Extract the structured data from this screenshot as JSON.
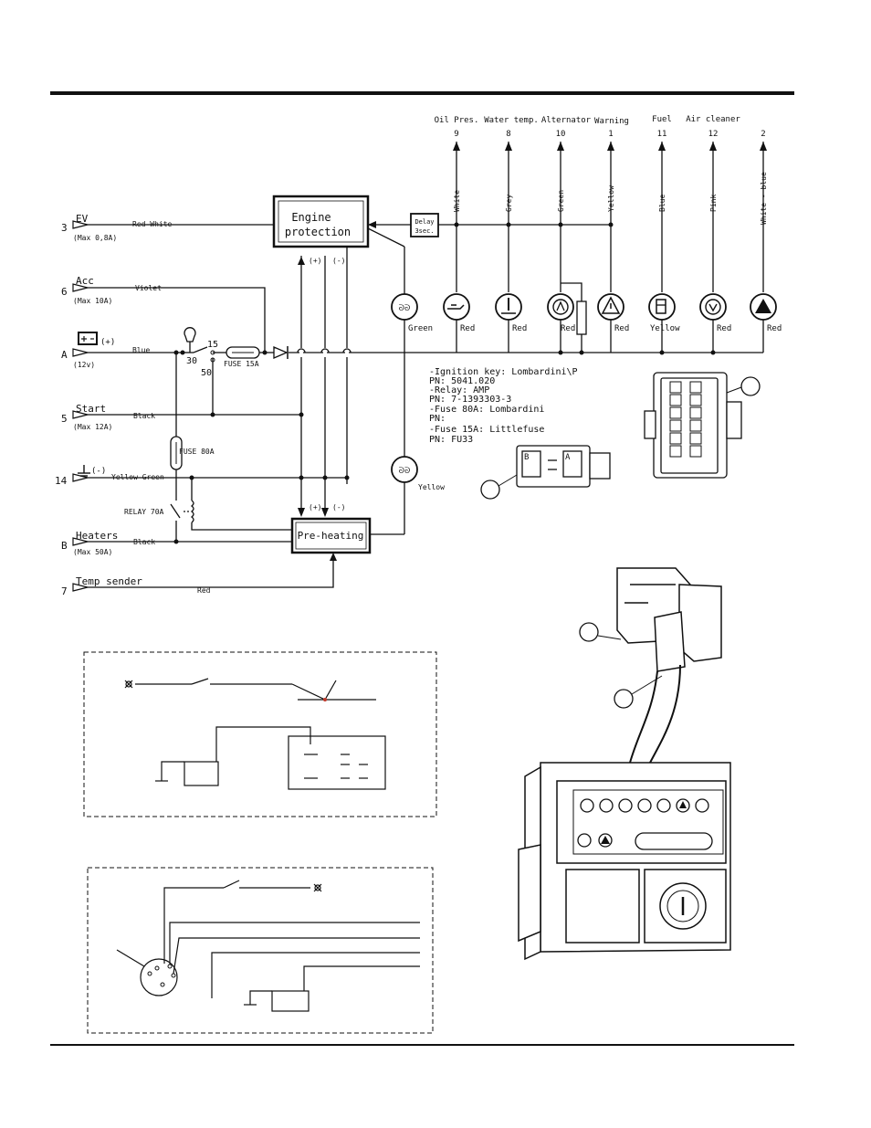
{
  "top_labels": [
    {
      "label": "Oil Pres.",
      "num": "9",
      "wire": "White"
    },
    {
      "label": "Water temp.",
      "num": "8",
      "wire": "Grey"
    },
    {
      "label": "Alternator",
      "num": "10",
      "wire": "Green"
    },
    {
      "label": "Warning",
      "num": "1",
      "wire": "Yellow"
    },
    {
      "label": "Fuel",
      "num": "11",
      "wire": "Blue"
    },
    {
      "label": "Air cleaner",
      "num": "12",
      "wire": "Pink"
    },
    {
      "label": "",
      "num": "2",
      "wire": "White - blue"
    }
  ],
  "lamp_colors": [
    "Green",
    "Red",
    "Red",
    "Red",
    "Red",
    "Yellow",
    "Red",
    "Red"
  ],
  "blocks": {
    "engine_protection_1": "Engine",
    "engine_protection_2": "protection",
    "delay_1": "Delay",
    "delay_2": "3sec.",
    "preheating": "Pre-heating",
    "plus": "(+)",
    "minus": "(-)"
  },
  "terminals": [
    {
      "num": "3",
      "name": "EV",
      "rating": "(Max 0,8A)",
      "wire": "Red-White"
    },
    {
      "num": "6",
      "name": "Acc",
      "rating": "(Max 10A)",
      "wire": "Violet"
    },
    {
      "num": "A",
      "name": "(+)",
      "rating": "(12v)",
      "wire": "Blue"
    },
    {
      "num": "5",
      "name": "Start",
      "rating": "(Max 12A)",
      "wire": "Black"
    },
    {
      "num": "14",
      "name": "(-)",
      "rating": "",
      "wire": "Yellow-Green"
    },
    {
      "num": "B",
      "name": "Heaters",
      "rating": "(Max 50A)",
      "wire": "Black"
    },
    {
      "num": "7",
      "name": "Temp sender",
      "rating": "",
      "wire": "Red"
    }
  ],
  "components": {
    "key_30": "30",
    "key_15": "15",
    "key_50": "50",
    "fuse_15": "FUSE 15A",
    "fuse_80": "FUSE 80A",
    "relay": "RELAY 70A",
    "preheat_lamp_color": "Yellow"
  },
  "parts_list": [
    "-Ignition key: Lombardini\\P",
    " PN: 5041.020",
    "-Relay: AMP",
    " PN: 7-1393303-3",
    "-Fuse 80A: Lombardini",
    " PN:",
    "-Fuse 15A: Littlefuse",
    " PN: FU33"
  ],
  "connector_labels": {
    "b": "B",
    "a": "A"
  }
}
